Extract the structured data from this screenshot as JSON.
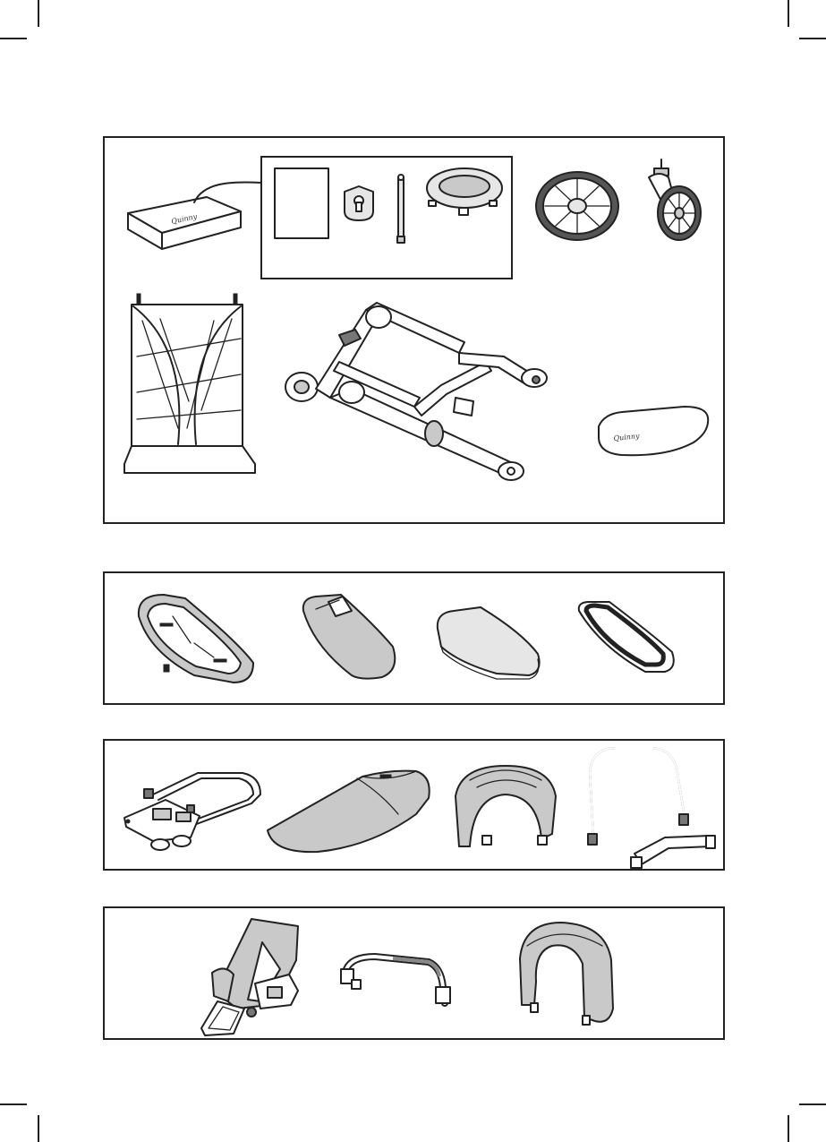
{
  "brand_mark": "Quinny",
  "panels": [
    {
      "name": "main-contents"
    },
    {
      "name": "carrycot-parts"
    },
    {
      "name": "dreami-parts"
    },
    {
      "name": "seat-parts"
    }
  ],
  "colors": {
    "line": "#222222",
    "fill_grey": "#c9c9c9",
    "fill_light": "#e6e6e6",
    "background": "#ffffff"
  }
}
